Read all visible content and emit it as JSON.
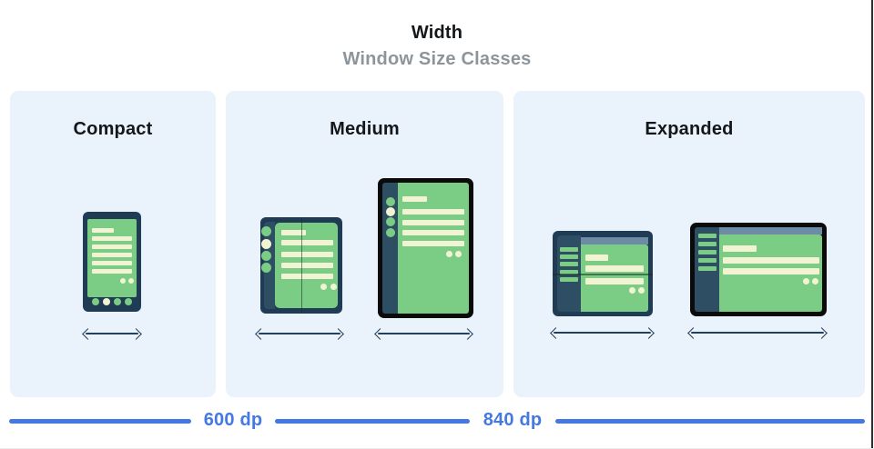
{
  "header": {
    "title": "Width",
    "subtitle": "Window Size Classes"
  },
  "panels": [
    {
      "id": "compact",
      "label": "Compact",
      "devices": [
        "phone"
      ]
    },
    {
      "id": "medium",
      "label": "Medium",
      "devices": [
        "foldable-portrait",
        "tablet-portrait"
      ]
    },
    {
      "id": "expanded",
      "label": "Expanded",
      "devices": [
        "foldable-landscape",
        "desktop"
      ]
    }
  ],
  "breakpoints": [
    {
      "label": "600 dp"
    },
    {
      "label": "840 dp"
    }
  ],
  "icons": {
    "width_arrow": "double-headed-horizontal-arrow"
  },
  "colors": {
    "panel_bg": "#eaf2fb",
    "device_frame_navy": "#203c55",
    "device_frame_black": "#0b0b0c",
    "rail_navy": "#2e4e64",
    "screen_green": "#7bcc85",
    "content_cream": "#f2f3d2",
    "appbar_blue_gray": "#6e8ba6",
    "arrow_navy": "#22405c",
    "ruler_blue": "#4478e2",
    "subtitle_gray": "#8d959b"
  }
}
